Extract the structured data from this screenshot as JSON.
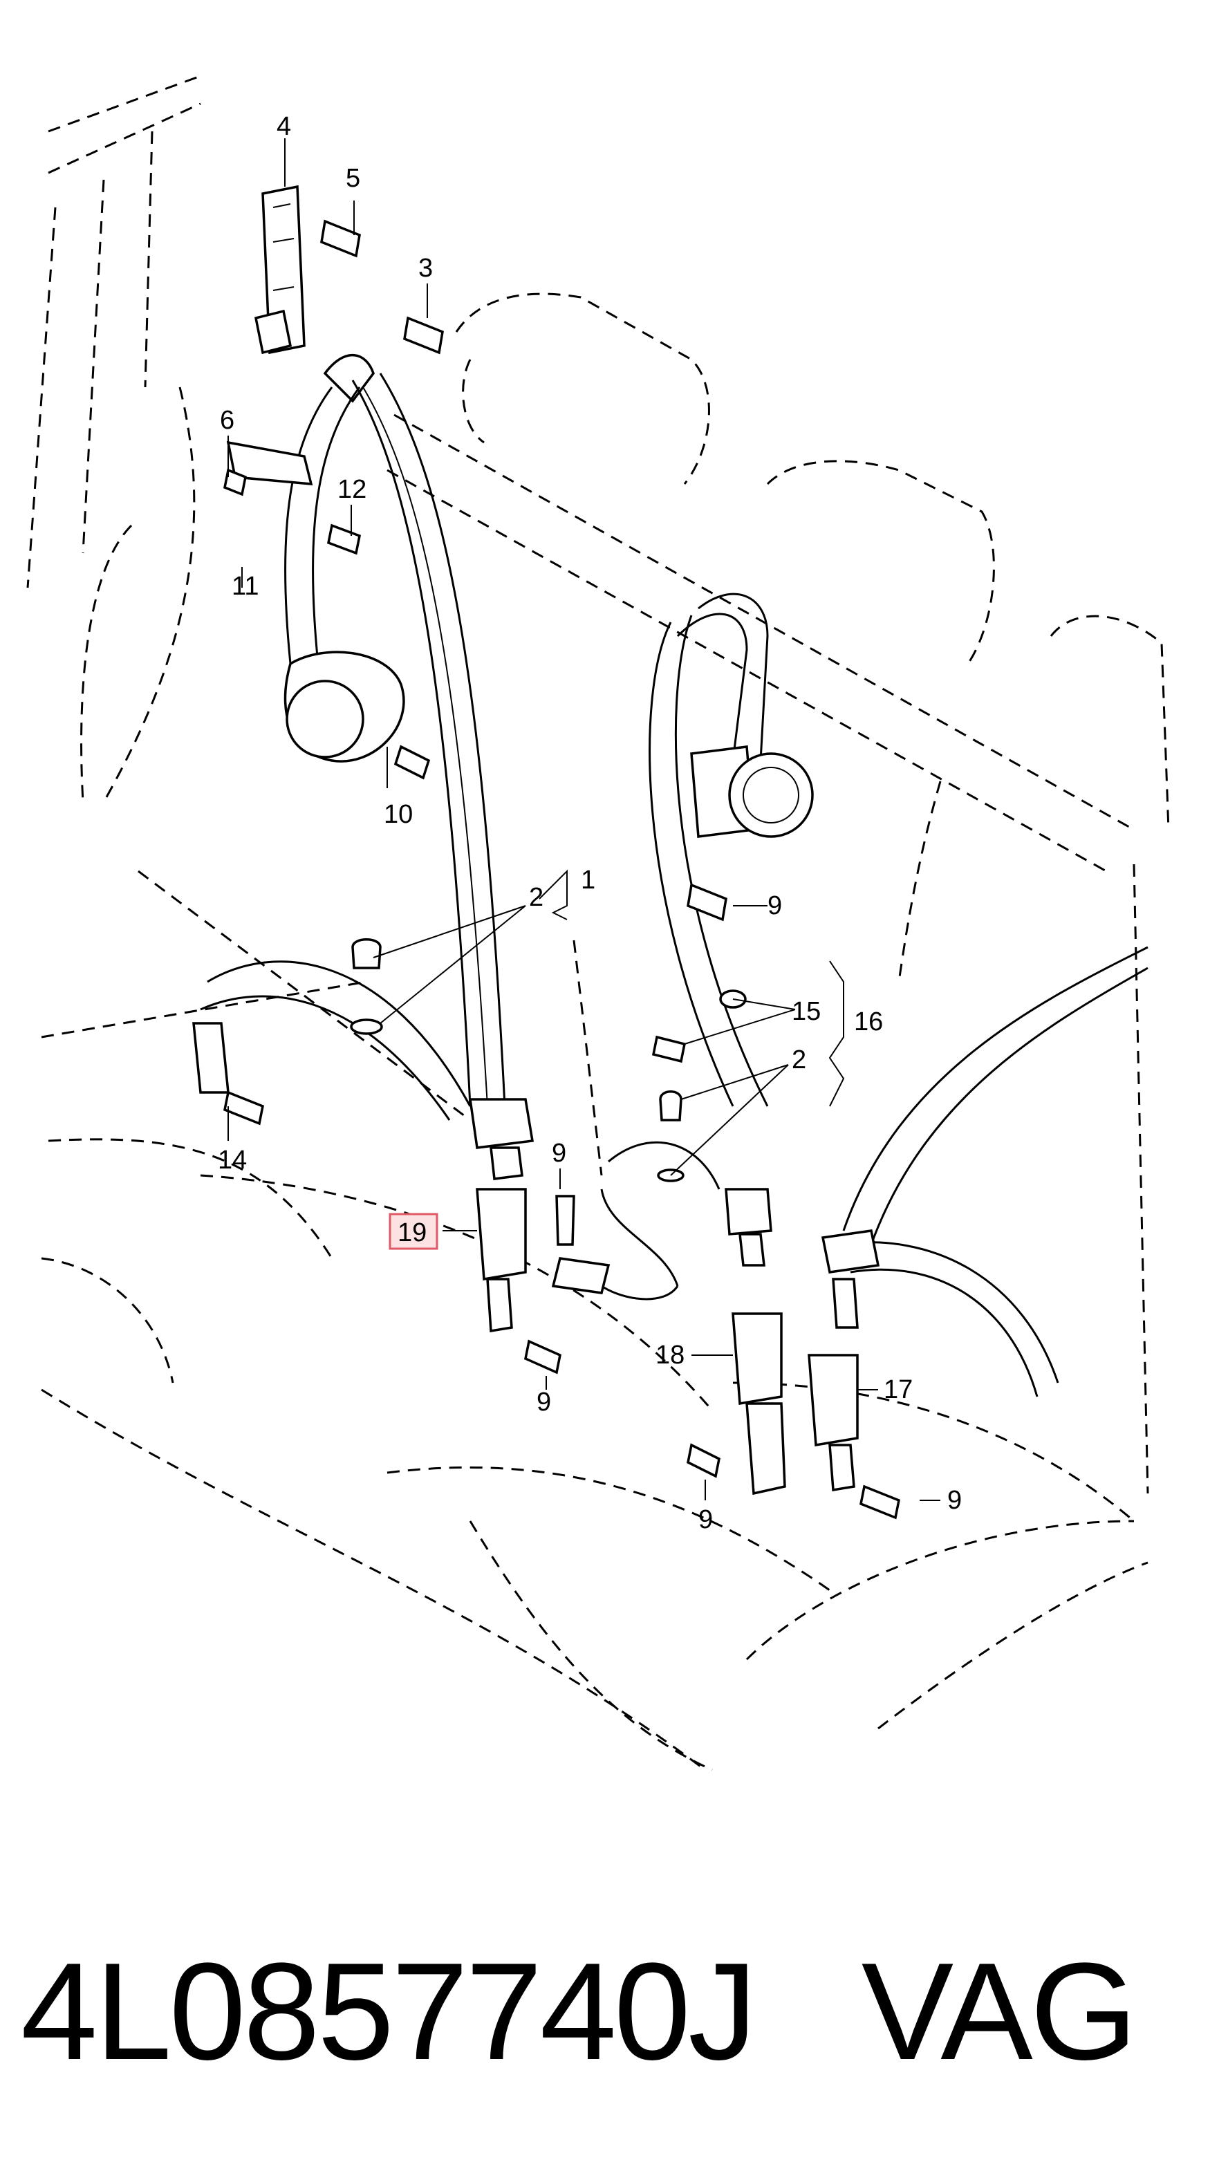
{
  "callouts": {
    "c1": "1",
    "c2a": "2",
    "c2b": "2",
    "c3": "3",
    "c4": "4",
    "c5": "5",
    "c6": "6",
    "c9a": "9",
    "c9b": "9",
    "c9c": "9",
    "c9d": "9",
    "c9e": "9",
    "c10": "10",
    "c11": "11",
    "c12": "12",
    "c14": "14",
    "c15": "15",
    "c16": "16",
    "c17": "17",
    "c18": "18",
    "c19": "19"
  },
  "highlight": {
    "callout": "19",
    "color": "#e05a66",
    "fill": "#fde2e4"
  },
  "caption": {
    "part_number": "4L0857740J",
    "brand": "VAG"
  }
}
